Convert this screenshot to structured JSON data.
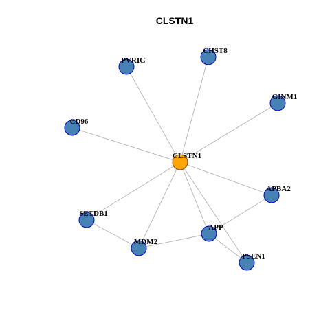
{
  "title": "CLSTN1",
  "colors": {
    "hub_fill": "#FFA500",
    "hub_stroke": "#8B4513",
    "node_fill": "#4682B4",
    "node_stroke": "#0000CD",
    "edge": "#B3B3B3",
    "background": "#FFFFFF"
  },
  "graph": {
    "nodes": [
      {
        "id": "CLSTN1",
        "label": "CLSTN1",
        "hub": true
      },
      {
        "id": "PVRIG",
        "label": "PVRIG"
      },
      {
        "id": "CHST8",
        "label": "CHST8"
      },
      {
        "id": "GINM1",
        "label": "GINM1"
      },
      {
        "id": "CD96",
        "label": "CD96"
      },
      {
        "id": "APBA2",
        "label": "APBA2"
      },
      {
        "id": "SETDB1",
        "label": "SETDB1"
      },
      {
        "id": "APP",
        "label": "APP"
      },
      {
        "id": "MDM2",
        "label": "MDM2"
      },
      {
        "id": "PSEN1",
        "label": "PSEN1"
      }
    ],
    "edges": [
      [
        "CLSTN1",
        "PVRIG"
      ],
      [
        "CLSTN1",
        "CHST8"
      ],
      [
        "CLSTN1",
        "GINM1"
      ],
      [
        "CLSTN1",
        "CD96"
      ],
      [
        "CLSTN1",
        "APBA2"
      ],
      [
        "CLSTN1",
        "SETDB1"
      ],
      [
        "CLSTN1",
        "MDM2"
      ],
      [
        "CLSTN1",
        "APP"
      ],
      [
        "CLSTN1",
        "PSEN1"
      ],
      [
        "SETDB1",
        "MDM2"
      ],
      [
        "MDM2",
        "APP"
      ],
      [
        "APP",
        "APBA2"
      ],
      [
        "APP",
        "PSEN1"
      ]
    ]
  }
}
